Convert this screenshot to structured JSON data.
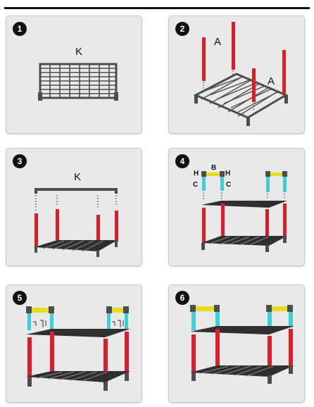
{
  "steps": [
    {
      "number": "1",
      "labels": {
        "k": "K"
      }
    },
    {
      "number": "2",
      "labels": {
        "a1": "A",
        "a2": "A"
      }
    },
    {
      "number": "3",
      "labels": {
        "k": "K"
      }
    },
    {
      "number": "4",
      "labels": {
        "h1": "H",
        "b": "B",
        "h2": "H",
        "c1": "C",
        "c2": "C"
      }
    },
    {
      "number": "5"
    },
    {
      "number": "6"
    }
  ],
  "colors": {
    "pole": "#d9202a",
    "connector": "#3ccfd9",
    "handle": "#e6dd1d",
    "frame": "#4d4d4d",
    "panel": "#e9e9e9"
  }
}
